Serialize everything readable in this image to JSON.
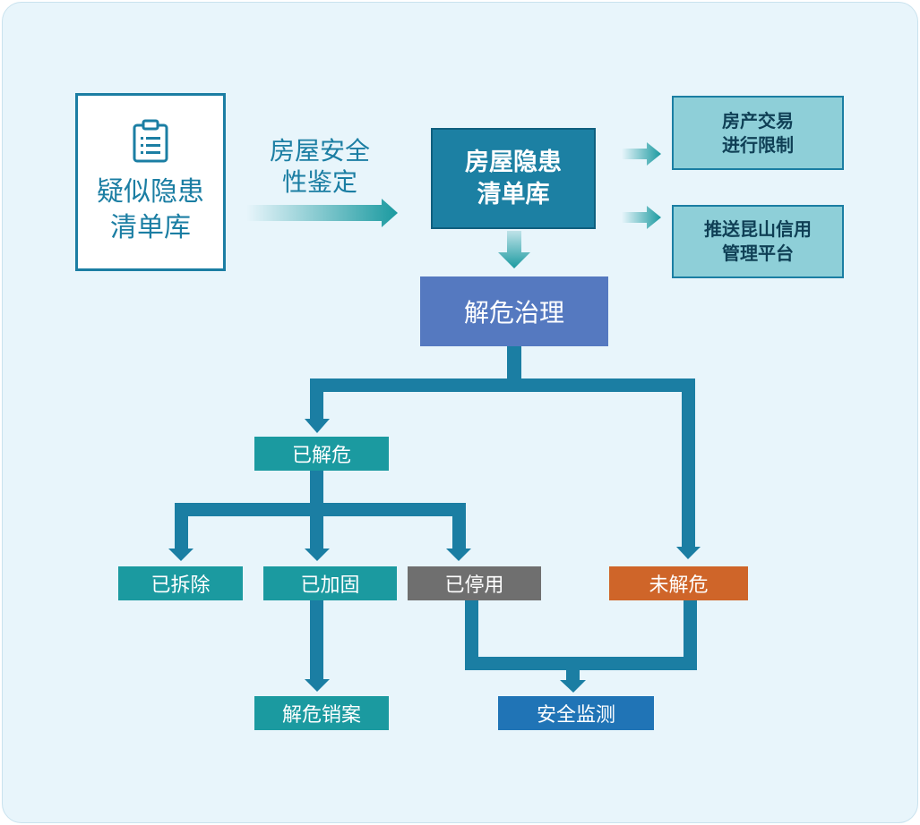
{
  "suspect_list": {
    "label": "疑似隐患\n清单库",
    "icon": "clipboard-icon"
  },
  "appraisal_label": "房屋安全\n性鉴定",
  "hidden_danger_list": "房屋隐患\n清单库",
  "outcomes": {
    "realty_restriction": "房产交易\n进行限制",
    "credit_platform": "推送昆山信用\n管理平台"
  },
  "governance": "解危治理",
  "resolved": "已解危",
  "demolished": "已拆除",
  "reinforced": "已加固",
  "stopped": "已停用",
  "unresolved": "未解危",
  "case_closed": "解危销案",
  "safety_monitoring": "安全监测",
  "colors": {
    "background": "#e8f5fb",
    "primary": "#1b7ea3",
    "teal": "#1b9aa0",
    "governance": "#5579c0",
    "stopped": "#6f6f6f",
    "unresolved": "#cf6529",
    "monitoring": "#2074b6",
    "side_box": "#8ecfd8"
  }
}
